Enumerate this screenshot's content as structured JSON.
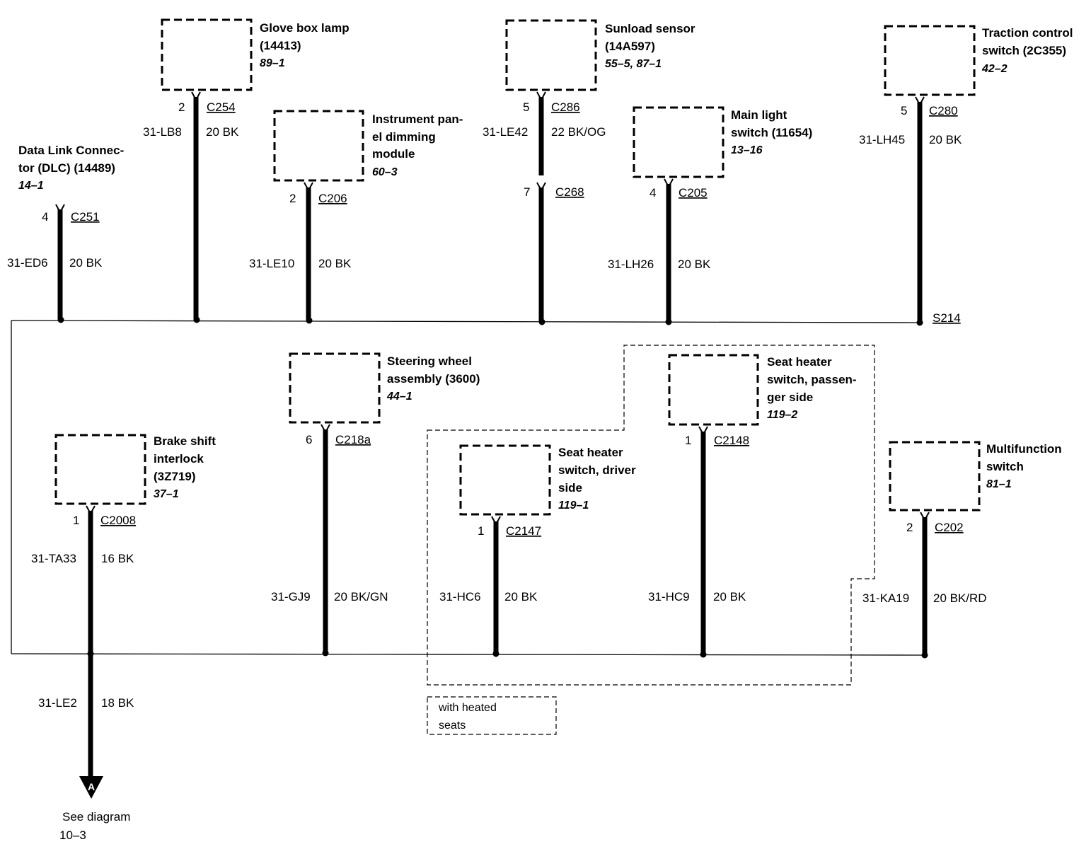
{
  "components": {
    "glove_box_lamp": {
      "name1": "Glove box lamp",
      "name2": "(14413)",
      "ref": "89–1",
      "pin": "2",
      "connector": "C254",
      "circuit": "31-LB8",
      "wire": "20 BK"
    },
    "ip_dimming": {
      "name1": "Instrument pan-",
      "name2": "el dimming",
      "name3": "module",
      "ref": "60–3",
      "pin": "2",
      "connector": "C206",
      "circuit": "31-LE10",
      "wire": "20 BK"
    },
    "sunload_sensor": {
      "name1": "Sunload sensor",
      "name2": "(14A597)",
      "ref": "55–5, 87–1",
      "pin": "5",
      "connector": "C286",
      "circuit": "31-LE42",
      "wire": "22 BK/OG",
      "inline_pin": "7",
      "inline_connector": "C268"
    },
    "main_light_switch": {
      "name1": "Main light",
      "name2": "switch (11654)",
      "ref": "13–16",
      "pin": "4",
      "connector": "C205",
      "circuit": "31-LH26",
      "wire": "20 BK"
    },
    "traction_control": {
      "name1": "Traction control",
      "name2": "switch (2C355)",
      "ref": "42–2",
      "pin": "5",
      "connector": "C280",
      "circuit": "31-LH45",
      "wire": "20 BK"
    },
    "dlc": {
      "name1": "Data Link Connec-",
      "name2": "tor (DLC) (14489)",
      "ref": "14–1",
      "pin": "4",
      "connector": "C251",
      "circuit": "31-ED6",
      "wire": "20 BK"
    },
    "steering_wheel": {
      "name1": "Steering wheel",
      "name2": "assembly (3600)",
      "ref": "44–1",
      "pin": "6",
      "connector": "C218a",
      "circuit": "31-GJ9",
      "wire": "20 BK/GN"
    },
    "brake_shift": {
      "name1": "Brake shift",
      "name2": "interlock",
      "name3": "(3Z719)",
      "ref": "37–1",
      "pin": "1",
      "connector": "C2008",
      "circuit": "31-TA33",
      "wire": "16 BK"
    },
    "seat_heater_driver": {
      "name1": "Seat heater",
      "name2": "switch, driver",
      "name3": "side",
      "ref": "119–1",
      "pin": "1",
      "connector": "C2147",
      "circuit": "31-HC6",
      "wire": "20 BK"
    },
    "seat_heater_passenger": {
      "name1": "Seat heater",
      "name2": "switch, passen-",
      "name3": "ger side",
      "ref": "119–2",
      "pin": "1",
      "connector": "C2148",
      "circuit": "31-HC9",
      "wire": "20 BK"
    },
    "multifunction": {
      "name1": "Multifunction",
      "name2": "switch",
      "ref": "81–1",
      "pin": "2",
      "connector": "C202",
      "circuit": "31-KA19",
      "wire": "20 BK/RD"
    }
  },
  "splice": "S214",
  "output": {
    "circuit": "31-LE2",
    "wire": "18 BK",
    "arrow_label": "A",
    "see1": "See diagram",
    "see2": "10–3"
  },
  "option_note": {
    "line1": "with heated",
    "line2": "seats"
  }
}
